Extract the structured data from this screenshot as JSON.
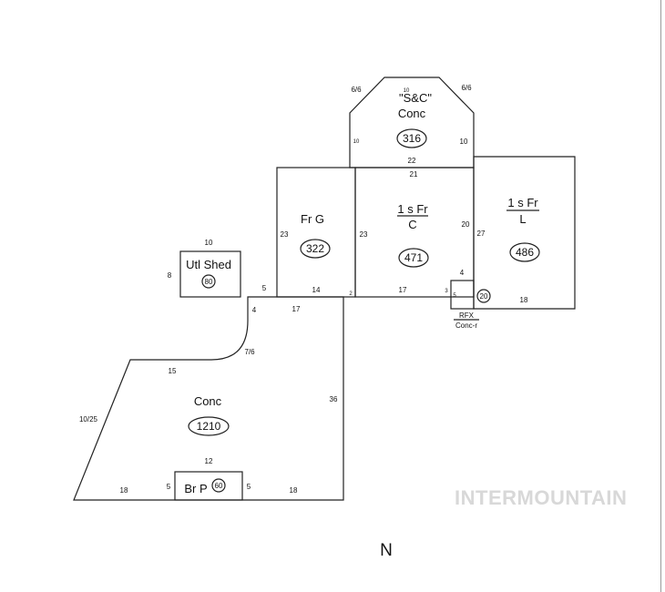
{
  "rooms": {
    "sc": {
      "name": "\"S&C\"",
      "sub": "Conc",
      "area": "316"
    },
    "frg": {
      "name": "Fr G",
      "area": "322"
    },
    "fr_c": {
      "name": "1 s Fr",
      "sub": "C",
      "area": "471"
    },
    "fr_l": {
      "name": "1 s Fr",
      "sub": "L",
      "area": "486"
    },
    "utl": {
      "name": "Utl Shed",
      "area": "80"
    },
    "conc": {
      "name": "Conc",
      "area": "1210"
    },
    "brp": {
      "name": "Br P",
      "area": "60"
    },
    "rfx": {
      "name": "RFX",
      "sub": "Conc-r",
      "area": "20"
    }
  },
  "dimensions": {
    "sc_top": "10",
    "sc_left_diag": "6/6",
    "sc_right_diag": "6/6",
    "sc_left": "10",
    "sc_right": "10",
    "sc_bottom": "22",
    "fr_c_top": "21",
    "frg_left": "23",
    "frg_right": "23",
    "frg_bottom": "14",
    "fr_c_right": "20",
    "fr_c_bottom": "17",
    "step_2": "2",
    "step_3": "3",
    "rfx_top": "4",
    "rfx_side": "5",
    "fr_l_left": "27",
    "fr_l_bottom": "18",
    "utl_top": "10",
    "utl_left": "8",
    "jog_5": "5",
    "jog_4": "4",
    "conc_top": "17",
    "conc_curve": "7/6",
    "conc_left_top": "15",
    "conc_diag": "10/25",
    "conc_right": "36",
    "brp_top": "12",
    "brp_left": "5",
    "brp_right": "5",
    "conc_bottom_left": "18",
    "conc_bottom_right": "18"
  },
  "watermark": "INTERMOUNTAIN",
  "north": "N"
}
